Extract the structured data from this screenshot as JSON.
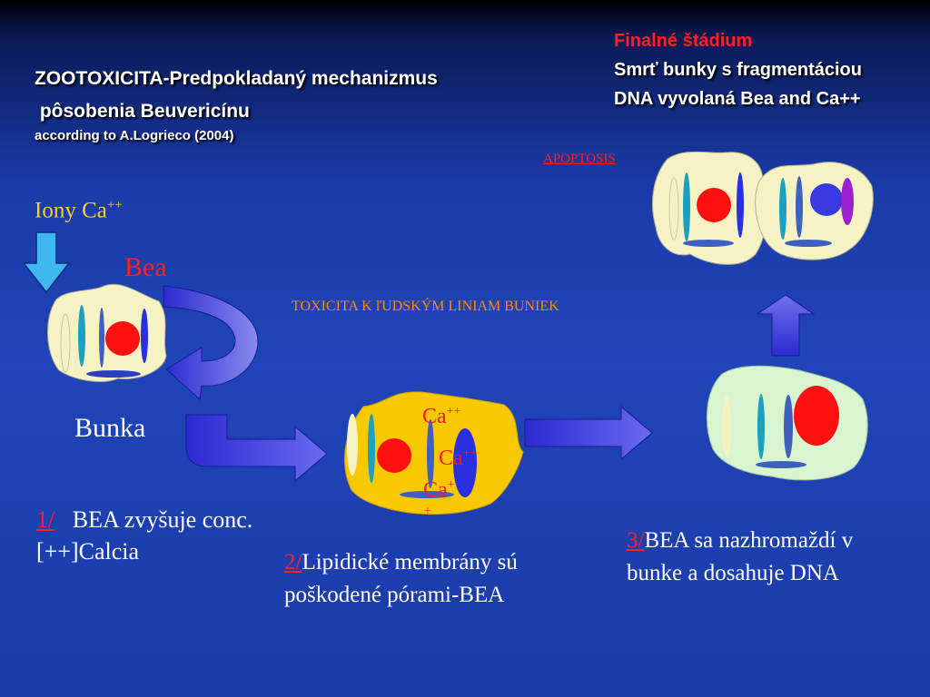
{
  "header": {
    "title_line1": "ZOOTOXICITA-Predpokladaný mechanizmus",
    "title_line2": " pôsobenia Beuvericínu",
    "citation": "according to A.Logrieco (2004)"
  },
  "final_stage": {
    "heading": "Finalné štádium",
    "line1": "Smrť bunky s fragmentáciou",
    "line2": "DNA vyvolaná Bea and Ca++"
  },
  "apoptosis_label": "APOPTOSIS",
  "ions_label": {
    "text": "Iony Ca",
    "superscript": "++"
  },
  "bea_label": "Bea",
  "toxicity_label": "TOXICITA K ľUDSKÝM LINIAM BUNIEK",
  "cell_label": "Bunka",
  "calcium_labels": [
    {
      "text": "Ca",
      "superscript": "++"
    },
    {
      "text": "Ca",
      "superscript": "++"
    },
    {
      "text": "Ca",
      "superscript": "+"
    }
  ],
  "calcium_extra": "+",
  "captions": [
    {
      "number": "1/",
      "text": "BEA zvyšuje conc.[++]Calcia"
    },
    {
      "number": "2/",
      "text": "Lipidické membrány sú poškodené pórami-BEA"
    },
    {
      "number": "3/",
      "text": "BEA sa nazhromaždí v bunke  a dosahuje DNA"
    }
  ],
  "colors": {
    "background": "#1f45b8",
    "cell_pale": "#f5f3c4",
    "cell_yellow": "#f8c800",
    "cell_green": "#d8f5d0",
    "nucleus_red": "#ff1010",
    "nucleus_blue": "#2a30e0",
    "arrow_light_blue": "#3fb8f0",
    "arrow_indigo": "#3838d8",
    "accent_red": "#ff2020",
    "accent_orange": "#ff8c00",
    "accent_yellow": "#f8d020"
  }
}
